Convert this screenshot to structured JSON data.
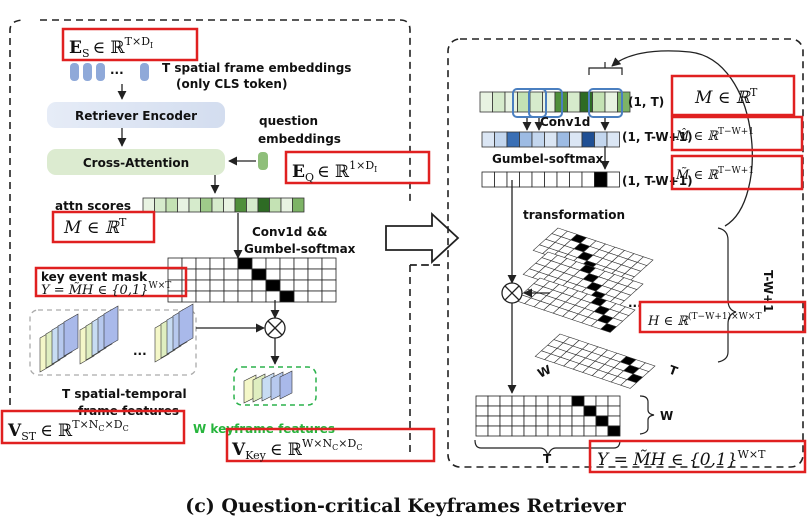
{
  "left": {
    "es_base": "E",
    "es_sub": "S",
    "es_rest": "∈ ℝ",
    "es_sup": "T×D",
    "es_sup_sub": "I",
    "frame_emb_line1": "T spatial frame embeddings",
    "frame_emb_line2": "(only CLS token)",
    "dots": "...",
    "retriever_encoder": "Retriever Encoder",
    "question_line1": "question",
    "question_line2": "embeddings",
    "cross_attention": "Cross-Attention",
    "eq_base": "E",
    "eq_sub": "Q",
    "eq_rest": "∈ ℝ",
    "eq_sup": "1×D",
    "eq_sup_sub": "I",
    "attn_scores": "attn scores",
    "m_label": "M ∈ ℝ",
    "m_sup": "T",
    "conv_line1": "Conv1d &&",
    "conv_line2": "Gumbel-softmax",
    "key_event_mask": "key event mask",
    "y_eq": "Y = M̃H ∈ {0,1}",
    "y_sup": "W×T",
    "st_line1": "T spatial-temporal",
    "st_line2": "frame features",
    "keyframe_label": "W keyframe features",
    "vst_base": "V",
    "vst_sub": "ST",
    "vst_rest": "∈ ℝ",
    "vst_sup": "T×N",
    "vst_sup_c1": "C",
    "vst_sup_mid": "×D",
    "vst_sup_c2": "C",
    "vkey_base": "V",
    "vkey_sub": "Key",
    "vkey_rest": "∈ ℝ",
    "vkey_sup": "W×N",
    "vkey_sup_c1": "C",
    "vkey_sup_mid": "×D",
    "vkey_sup_c2": "C"
  },
  "right": {
    "row1_dim": "(1, T)",
    "row2_dim": "(1, T-W+1)",
    "row3_dim": "(1, T-W+1)",
    "conv1d": "Conv1d",
    "gumbel": "Gumbel-softmax",
    "m_label": "M ∈ ℝ",
    "m_sup": "T",
    "mhat_label": "M̂ ∈ ℝ",
    "mhat_sup": "T−W+1",
    "mtilde_label": "M̃ ∈ ℝ",
    "mtilde_sup": "T−W+1",
    "transformation": "transformation",
    "twp1": "T-W+1",
    "dots": "...",
    "h_label": "H ∈ ℝ",
    "h_sup": "(T−W+1)×W×T",
    "w_small": "W",
    "t_small": "T",
    "w_label": "W",
    "t_label": "T",
    "y_label": "Y = M̃H ∈ {0,1}",
    "y_sup": "W×T"
  },
  "caption": "(c) Question-critical Keyframes Retriever",
  "colors": {
    "red": "#e02020",
    "green_dash": "#2bb24c",
    "green_text": "#27b53d",
    "encoder_fill": "#dde5f3",
    "cross_attn_fill": "#dcebd0",
    "pill_fill": "#8fa9d9",
    "question_pill": "#8fbf7a"
  }
}
